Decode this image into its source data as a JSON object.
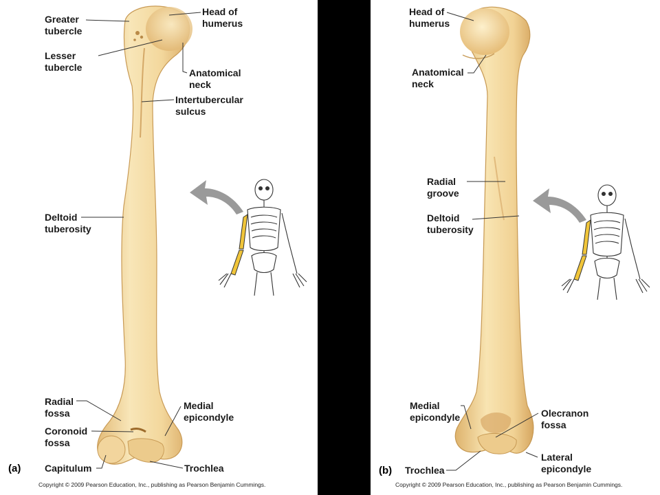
{
  "panel_a": {
    "panel_label": "(a)",
    "labels": {
      "greater_tubercle": "Greater\ntubercle",
      "head_of_humerus": "Head of\nhumerus",
      "lesser_tubercle": "Lesser\ntubercle",
      "anatomical_neck": "Anatomical\nneck",
      "intertubercular_sulcus": "Intertubercular\nsulcus",
      "deltoid_tuberosity": "Deltoid\ntuberosity",
      "radial_fossa": "Radial\nfossa",
      "medial_epicondyle": "Medial\nepicondyle",
      "coronoid_fossa": "Coronoid\nfossa",
      "capitulum": "Capitulum",
      "trochlea": "Trochlea"
    },
    "copyright": "Copyright © 2009 Pearson Education, Inc., publishing as Pearson Benjamin Cummings."
  },
  "panel_b": {
    "panel_label": "(b)",
    "labels": {
      "head_of_humerus": "Head of\nhumerus",
      "anatomical_neck": "Anatomical\nneck",
      "radial_groove": "Radial\ngroove",
      "deltoid_tuberosity": "Deltoid\ntuberosity",
      "medial_epicondyle": "Medial\nepicondyle",
      "olecranon_fossa": "Olecranon\nfossa",
      "lateral_epicondyle": "Lateral\nepicondyle",
      "trochlea": "Trochlea"
    },
    "copyright": "Copyright © 2009 Pearson Education, Inc., publishing as Pearson Benjamin Cummings."
  },
  "colors": {
    "bone_light": "#f7e2b0",
    "bone_mid": "#ecc98c",
    "bone_dark": "#d9ad6a",
    "highlight_arm": "#f0c53a",
    "arrow_gray": "#9a9a9a",
    "divider": "#000000"
  }
}
